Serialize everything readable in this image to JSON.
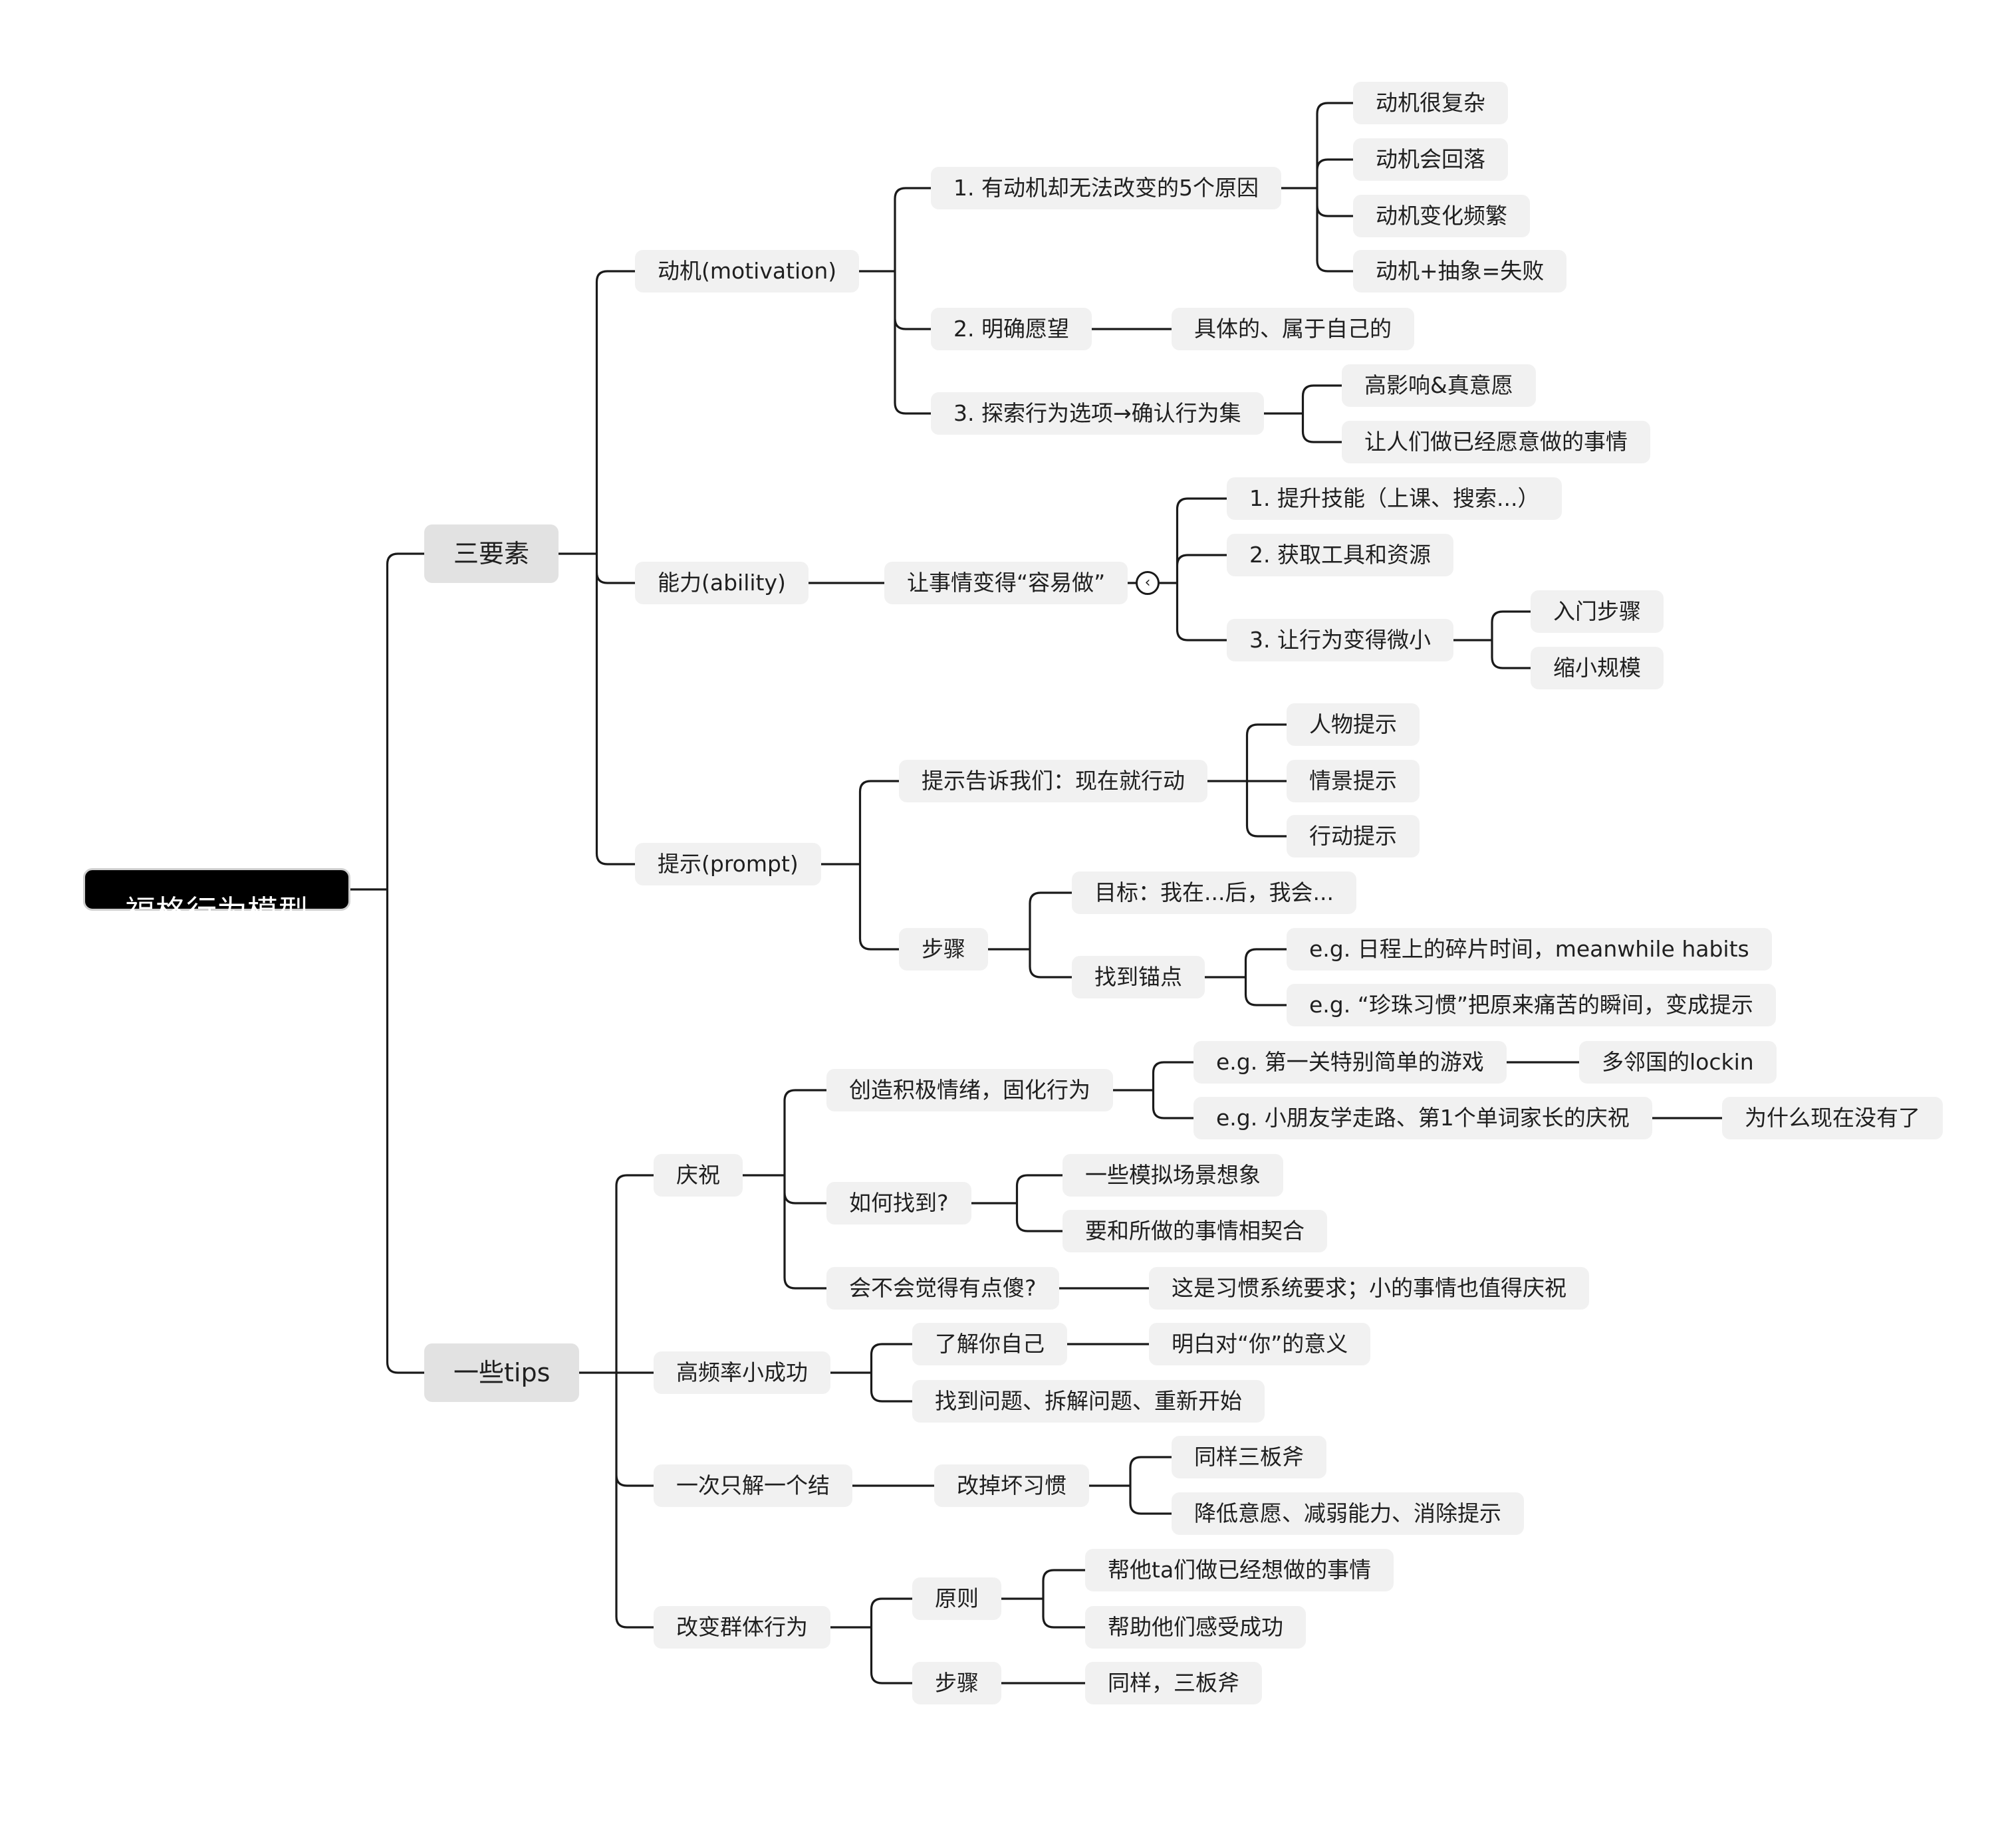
{
  "root": {
    "label": "福格行为模型",
    "children": [
      {
        "label": "三要素",
        "children": [
          {
            "label": "动机(motivation)",
            "children": [
              {
                "label": "1. 有动机却无法改变的5个原因",
                "children": [
                  {
                    "label": "动机很复杂"
                  },
                  {
                    "label": "动机会回落"
                  },
                  {
                    "label": "动机变化频繁"
                  },
                  {
                    "label": "动机+抽象=失败"
                  }
                ]
              },
              {
                "label": "2. 明确愿望",
                "children": [
                  {
                    "label": "具体的、属于自己的"
                  }
                ]
              },
              {
                "label": "3. 探索行为选项→确认行为集",
                "children": [
                  {
                    "label": "高影响&真意愿"
                  },
                  {
                    "label": "让人们做已经愿意做的事情"
                  }
                ]
              }
            ]
          },
          {
            "label": "能力(ability)",
            "children": [
              {
                "label": "让事情变得“容易做”",
                "collapse_icon": "chevron-left-icon",
                "children": [
                  {
                    "label": "1. 提升技能（上课、搜索...）"
                  },
                  {
                    "label": "2. 获取工具和资源"
                  },
                  {
                    "label": "3. 让行为变得微小",
                    "children": [
                      {
                        "label": "入门步骤"
                      },
                      {
                        "label": "缩小规模"
                      }
                    ]
                  }
                ]
              }
            ]
          },
          {
            "label": "提示(prompt)",
            "children": [
              {
                "label": "提示告诉我们：现在就行动",
                "children": [
                  {
                    "label": "人物提示"
                  },
                  {
                    "label": "情景提示"
                  },
                  {
                    "label": "行动提示"
                  }
                ]
              },
              {
                "label": "步骤",
                "children": [
                  {
                    "label": "目标：我在...后，我会..."
                  },
                  {
                    "label": "找到锚点",
                    "children": [
                      {
                        "label": "e.g. 日程上的碎片时间，meanwhile habits"
                      },
                      {
                        "label": "e.g. “珍珠习惯”把原来痛苦的瞬间，变成提示"
                      }
                    ]
                  }
                ]
              }
            ]
          }
        ]
      },
      {
        "label": "一些tips",
        "children": [
          {
            "label": "庆祝",
            "children": [
              {
                "label": "创造积极情绪，固化行为",
                "children": [
                  {
                    "label": "e.g. 第一关特别简单的游戏",
                    "children": [
                      {
                        "label": "多邻国的lockin"
                      }
                    ]
                  },
                  {
                    "label": "e.g. 小朋友学走路、第1个单词家长的庆祝",
                    "children": [
                      {
                        "label": "为什么现在没有了"
                      }
                    ]
                  }
                ]
              },
              {
                "label": "如何找到?",
                "children": [
                  {
                    "label": "一些模拟场景想象"
                  },
                  {
                    "label": "要和所做的事情相契合"
                  }
                ]
              },
              {
                "label": "会不会觉得有点傻?",
                "children": [
                  {
                    "label": "这是习惯系统要求；小的事情也值得庆祝"
                  }
                ]
              }
            ]
          },
          {
            "label": "高频率小成功",
            "children": [
              {
                "label": "了解你自己",
                "children": [
                  {
                    "label": "明白对“你”的意义"
                  }
                ]
              },
              {
                "label": "找到问题、拆解问题、重新开始"
              }
            ]
          },
          {
            "label": "一次只解一个结",
            "children": [
              {
                "label": "改掉坏习惯",
                "children": [
                  {
                    "label": "同样三板斧"
                  },
                  {
                    "label": "降低意愿、减弱能力、消除提示"
                  }
                ]
              }
            ]
          },
          {
            "label": "改变群体行为",
            "children": [
              {
                "label": "原则",
                "children": [
                  {
                    "label": "帮他ta们做已经想做的事情"
                  },
                  {
                    "label": "帮助他们感受成功"
                  }
                ]
              },
              {
                "label": "步骤",
                "children": [
                  {
                    "label": "同样，三板斧"
                  }
                ]
              }
            ]
          }
        ]
      }
    ]
  }
}
